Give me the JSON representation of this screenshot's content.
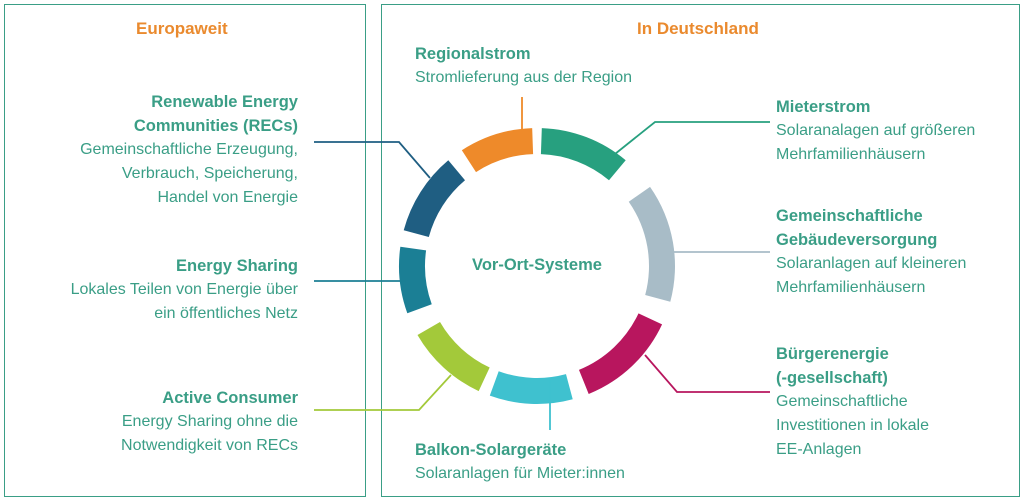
{
  "left_panel": {
    "heading": "Europaweit"
  },
  "right_panel": {
    "heading": "In Deutschland"
  },
  "center": {
    "label": "Vor-Ort-Systeme"
  },
  "items": {
    "recs": {
      "title_lines": [
        "Renewable Energy",
        "Communities (RECs)"
      ],
      "desc_lines": [
        "Gemeinschaftliche Erzeugung,",
        "Verbrauch, Speicherung,",
        "Handel von Energie"
      ],
      "color": "#1f5e82"
    },
    "energy_sharing": {
      "title_lines": [
        "Energy Sharing"
      ],
      "desc_lines": [
        "Lokales Teilen von Energie über",
        "ein öffentliches Netz"
      ],
      "color": "#1b7f95"
    },
    "active_consumer": {
      "title_lines": [
        "Active Consumer"
      ],
      "desc_lines": [
        "Energy Sharing ohne die",
        "Notwendigkeit von RECs"
      ],
      "color": "#a3c93a"
    },
    "regionalstrom": {
      "title_lines": [
        "Regionalstrom"
      ],
      "desc_lines": [
        "Stromlieferung aus der Region"
      ],
      "color": "#ee8a2a"
    },
    "mieterstrom": {
      "title_lines": [
        "Mieterstrom"
      ],
      "desc_lines": [
        "Solaranalagen auf größeren",
        "Mehrfamilienhäusern"
      ],
      "color": "#27a07f"
    },
    "gebaeude": {
      "title_lines": [
        "Gemeinschaftliche",
        "Gebäudeversorgung"
      ],
      "desc_lines": [
        "Solaranlagen auf kleineren",
        "Mehrfamilienhäusern"
      ],
      "color": "#a8bcc7"
    },
    "buergerenergie": {
      "title_lines": [
        "Bürgerenergie",
        "(-gesellschaft)"
      ],
      "desc_lines": [
        "Gemeinschaftliche",
        "Investitionen in lokale",
        "EE-Anlagen"
      ],
      "color": "#b8165e"
    },
    "balkon": {
      "title_lines": [
        "Balkon-Solargeräte"
      ],
      "desc_lines": [
        "Solaranlagen für Mieter:innen"
      ],
      "color": "#3fc1cf"
    }
  },
  "colors": {
    "frame": "#3a9e86",
    "heading": "#ea8a2e",
    "text": "#3a9e86"
  }
}
